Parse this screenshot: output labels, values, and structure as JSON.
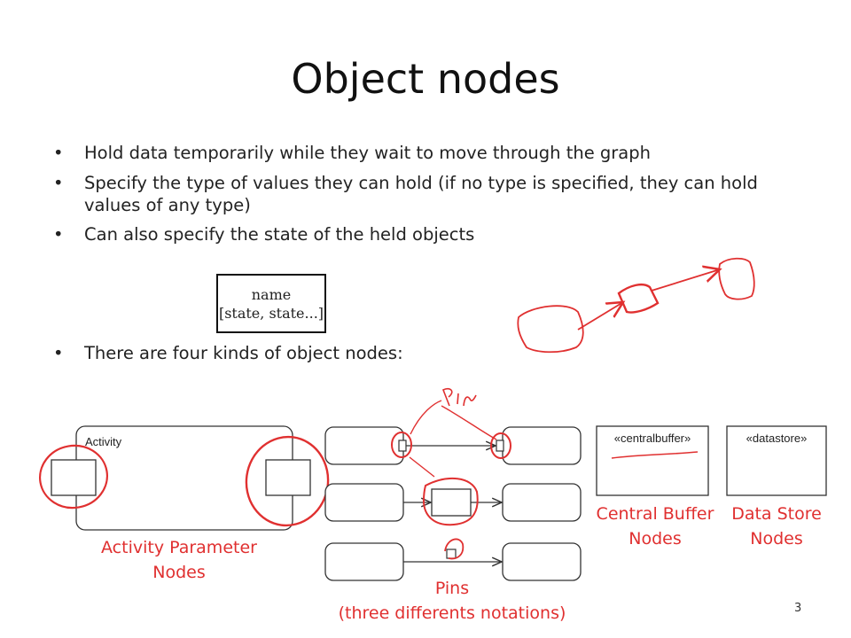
{
  "slide": {
    "title": "Object nodes",
    "bullets": [
      "Hold data temporarily while they wait to move through the graph",
      "Specify the type of values they can hold (if no type is specified, they can hold values of any type)",
      "Can also specify the state of the held objects",
      "There are four kinds of object nodes:"
    ],
    "object_node_box": {
      "name": "name",
      "state": "[state, state...]"
    },
    "activity_label": "Activity",
    "centralbuffer_stereotype": "«centralbuffer»",
    "datastore_stereotype": "«datastore»",
    "handwritten_pin": "Pin",
    "labels": {
      "activity_parameter_1": "Activity Parameter",
      "activity_parameter_2": "Nodes",
      "pins_1": "Pins",
      "pins_2": "(three differents notations)",
      "central_buffer_1": "Central Buffer",
      "central_buffer_2": "Nodes",
      "data_store_1": "Data Store",
      "data_store_2": "Nodes"
    },
    "page_number": "3",
    "colors": {
      "annotation_red": "#e03030",
      "text": "#222222"
    }
  }
}
